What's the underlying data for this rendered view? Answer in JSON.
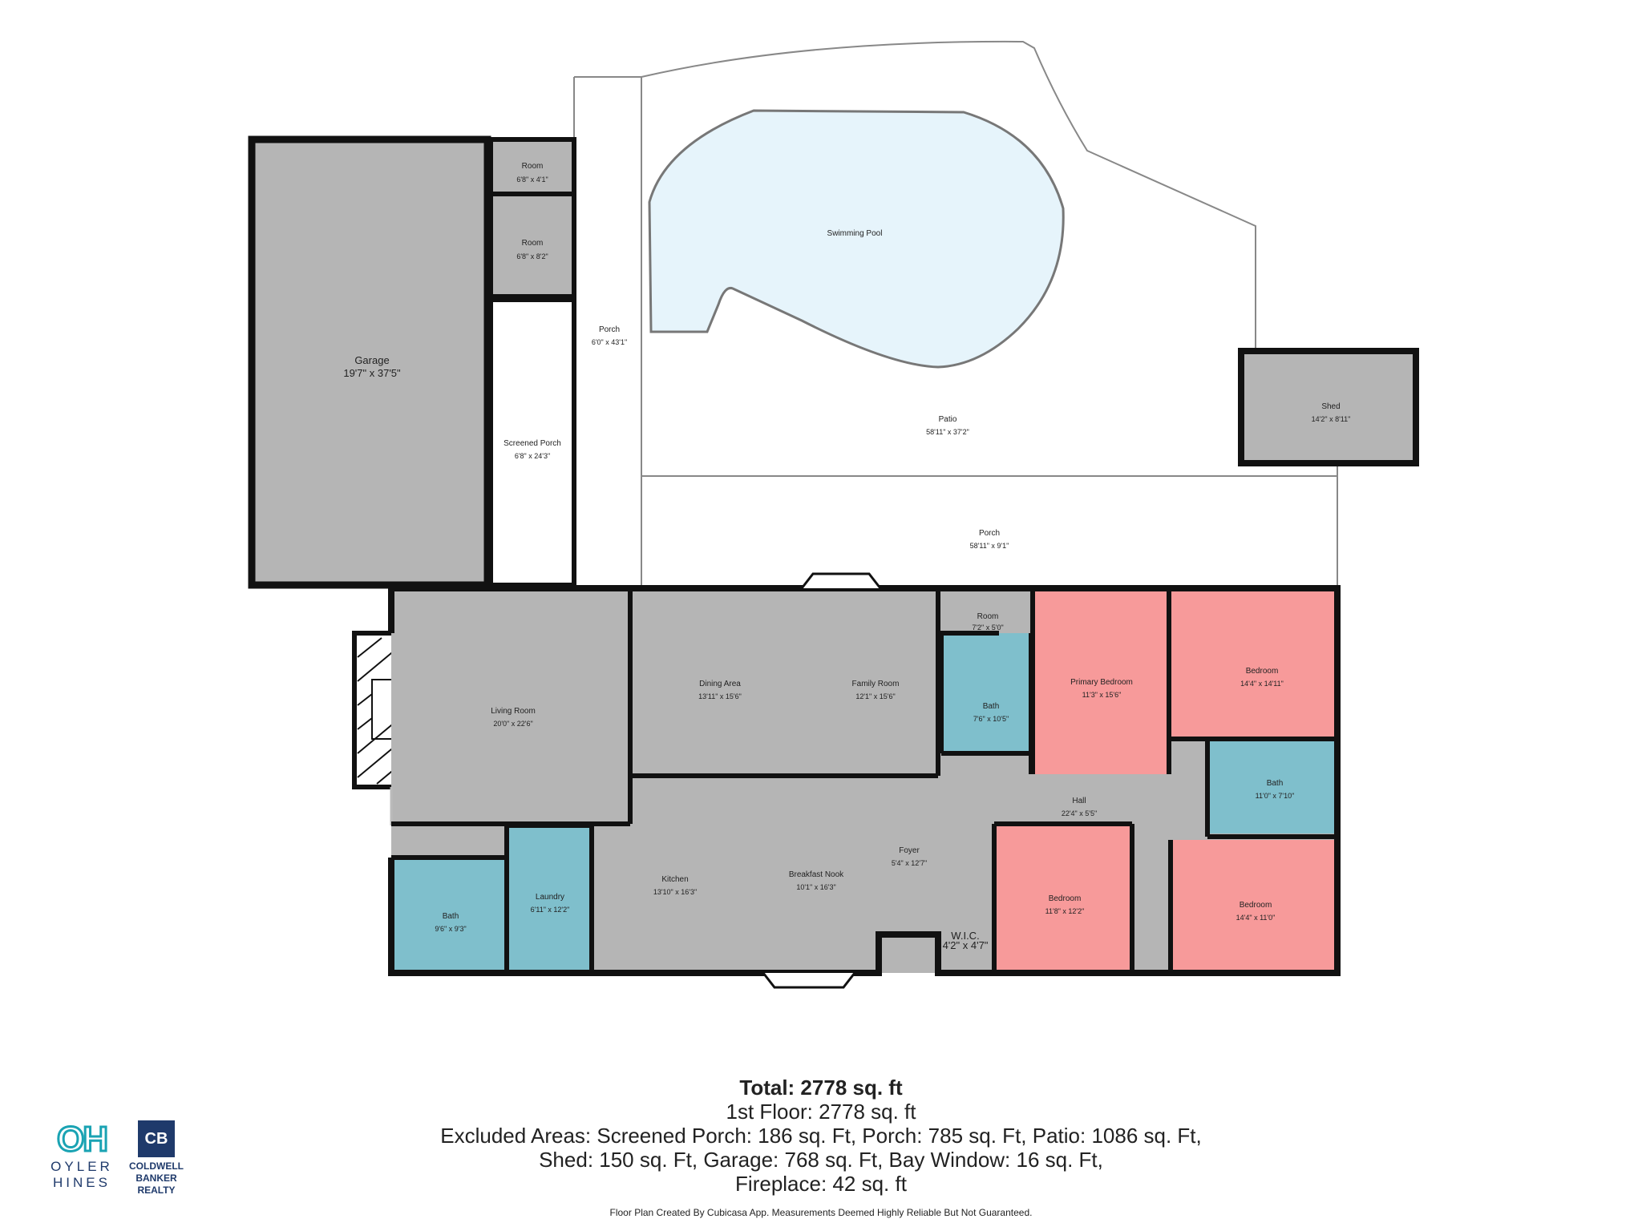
{
  "rooms": {
    "garage": {
      "name": "Garage",
      "dims": "19'7\" x 37'5\""
    },
    "room_a": {
      "name": "Room",
      "dims": "6'8\" x 4'1\""
    },
    "room_b": {
      "name": "Room",
      "dims": "6'8\" x 8'2\""
    },
    "screened_porch": {
      "name": "Screened Porch",
      "dims": "6'8\" x 24'3\""
    },
    "porch_side": {
      "name": "Porch",
      "dims": "6'0\" x 43'1\""
    },
    "pool": {
      "name": "Swimming Pool",
      "dims": ""
    },
    "patio": {
      "name": "Patio",
      "dims": "58'11\" x 37'2\""
    },
    "shed": {
      "name": "Shed",
      "dims": "14'2\" x 8'11\""
    },
    "porch_back": {
      "name": "Porch",
      "dims": "58'11\" x 9'1\""
    },
    "living": {
      "name": "Living Room",
      "dims": "20'0\" x 22'6\""
    },
    "dining": {
      "name": "Dining Area",
      "dims": "13'11\" x 15'6\""
    },
    "family": {
      "name": "Family Room",
      "dims": "12'1\" x 15'6\""
    },
    "room_small": {
      "name": "Room",
      "dims": "7'2\" x 5'0\""
    },
    "bath_hall": {
      "name": "Bath",
      "dims": "7'6\" x 10'5\""
    },
    "primary_bed": {
      "name": "Primary Bedroom",
      "dims": "11'3\" x 15'6\""
    },
    "bed_ne": {
      "name": "Bedroom",
      "dims": "14'4\" x 14'11\""
    },
    "hall": {
      "name": "Hall",
      "dims": "22'4\" x 5'5\""
    },
    "bath_ne": {
      "name": "Bath",
      "dims": "11'0\" x 7'10\""
    },
    "bath_sw": {
      "name": "Bath",
      "dims": "9'6\" x 9'3\""
    },
    "laundry": {
      "name": "Laundry",
      "dims": "6'11\" x 12'2\""
    },
    "kitchen": {
      "name": "Kitchen",
      "dims": "13'10\" x 16'3\""
    },
    "nook": {
      "name": "Breakfast Nook",
      "dims": "10'1\" x 16'3\""
    },
    "foyer": {
      "name": "Foyer",
      "dims": "5'4\" x 12'7\""
    },
    "wic": {
      "name": "W.I.C.",
      "dims": "4'2\" x 4'7\""
    },
    "bed_s": {
      "name": "Bedroom",
      "dims": "11'8\" x 12'2\""
    },
    "bed_se": {
      "name": "Bedroom",
      "dims": "14'4\" x 11'0\""
    }
  },
  "summary": {
    "total": "Total: 2778 sq. ft",
    "floor": "1st Floor: 2778 sq. ft",
    "excluded_1": "Excluded Areas: Screened Porch: 186 sq. Ft, Porch: 785 sq. Ft, Patio: 1086 sq. Ft,",
    "excluded_2": "Shed: 150 sq. Ft, Garage: 768 sq. Ft, Bay Window: 16 sq. Ft,",
    "excluded_3": "Fireplace: 42 sq. ft"
  },
  "disclaimer": "Floor Plan Created By Cubicasa App. Measurements Deemed Highly Reliable But Not Guaranteed.",
  "logos": {
    "oh_mark": "OH",
    "oh_line1": "OYLER",
    "oh_line2": "HINES",
    "cb_mark": "CB",
    "cb_line1": "COLDWELL",
    "cb_line2": "BANKER",
    "cb_line3": "REALTY"
  },
  "colors": {
    "room_fill": "#b5b5b5",
    "bath_fill": "#7fbfcc",
    "bedroom_fill": "#f79a9a",
    "pool_fill": "#e6f4fb",
    "wall": "#111111",
    "brand_teal": "#1aa3b3",
    "brand_navy": "#1f3a6b"
  }
}
